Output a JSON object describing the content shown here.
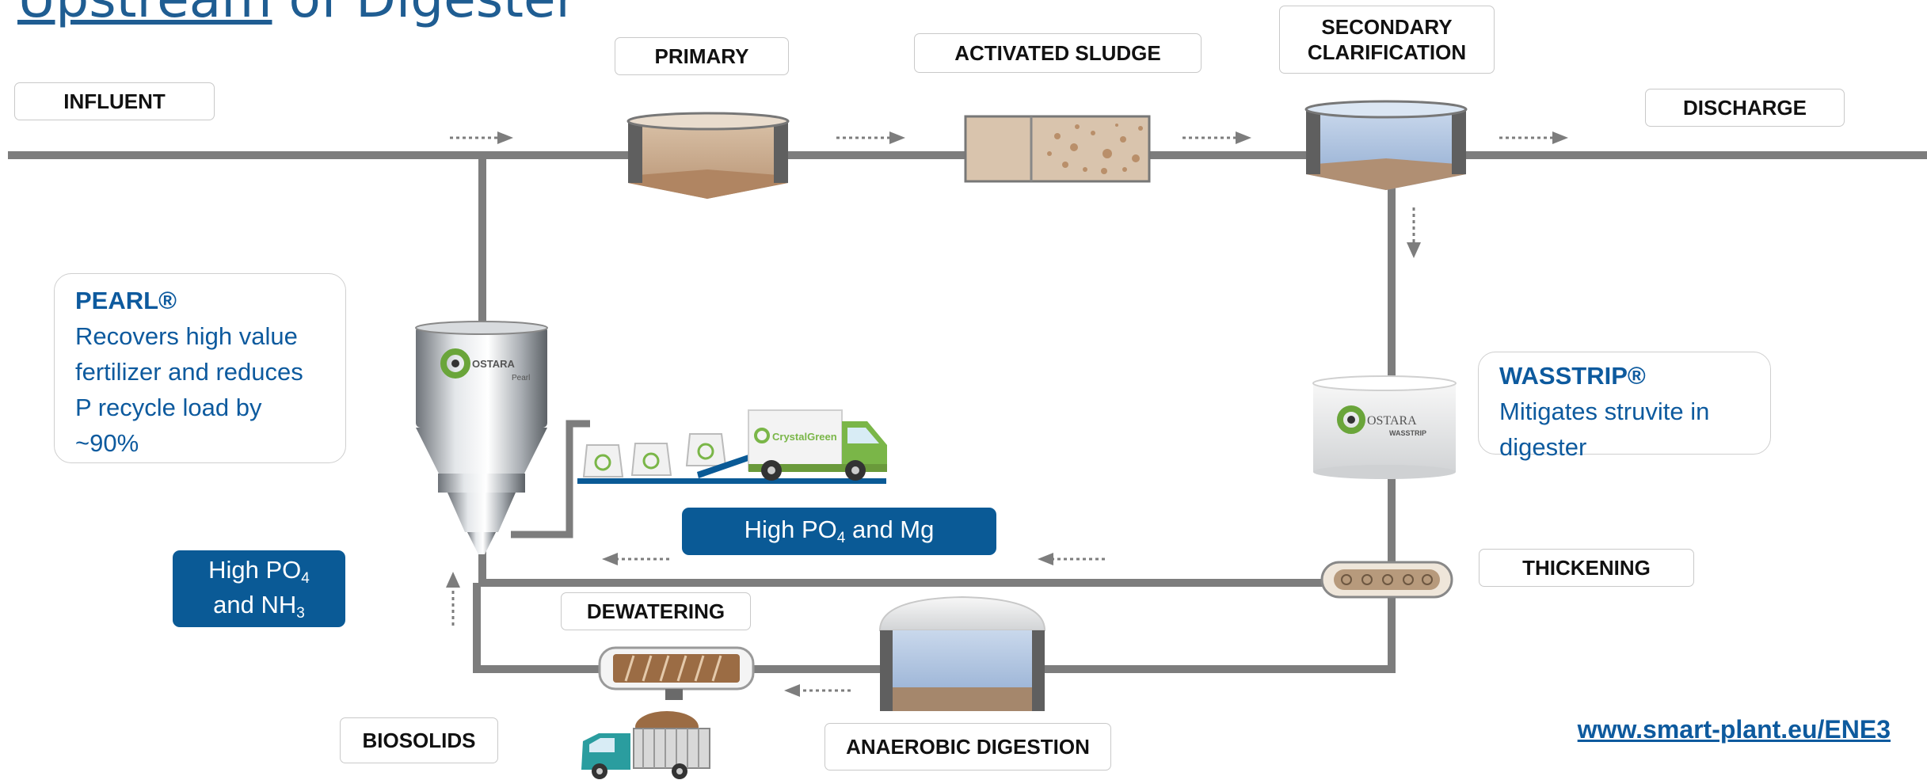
{
  "title": {
    "underlined": "Upstream",
    "rest": " of Digester"
  },
  "labels": {
    "influent": "INFLUENT",
    "primary": "PRIMARY",
    "activated_sludge": "ACTIVATED SLUDGE",
    "secondary_line1": "SECONDARY",
    "secondary_line2": "CLARIFICATION",
    "discharge": "DISCHARGE",
    "thickening": "THICKENING",
    "dewatering": "DEWATERING",
    "biosolids": "BIOSOLIDS",
    "anaerobic_digestion": "ANAEROBIC DIGESTION"
  },
  "pearl": {
    "name": "PEARL®",
    "description": "Recovers high value fertilizer and reduces P recycle load by ~90%"
  },
  "wasstrip": {
    "name": "WASSTRIP®",
    "description": "Mitigates struvite in digester"
  },
  "pills": {
    "po4_mg": {
      "before": "High PO",
      "sub": "4",
      "after": " and Mg"
    },
    "po4_nh3": {
      "line1": "High PO",
      "sub1": "4",
      "line2": "and NH",
      "sub2": "3"
    }
  },
  "equipment_marks": {
    "pearl_reactor_brand": "OSTARA",
    "pearl_reactor_sub": "Pearl",
    "wasstrip_brand": "OSTARA",
    "wasstrip_sub": "WASSTRIP",
    "truck_brand": "CrystalGreen"
  },
  "footer_url": "www.smart-plant.eu/ENE3",
  "colors": {
    "pipe": "#7d7d7d",
    "accent_blue": "#0a5a96",
    "text_blue": "#0d5a9e",
    "sludge": "#c9a88a",
    "water": "#9fb8d8",
    "truck_green": "#7ab648",
    "truck_teal": "#2a9d9f"
  }
}
